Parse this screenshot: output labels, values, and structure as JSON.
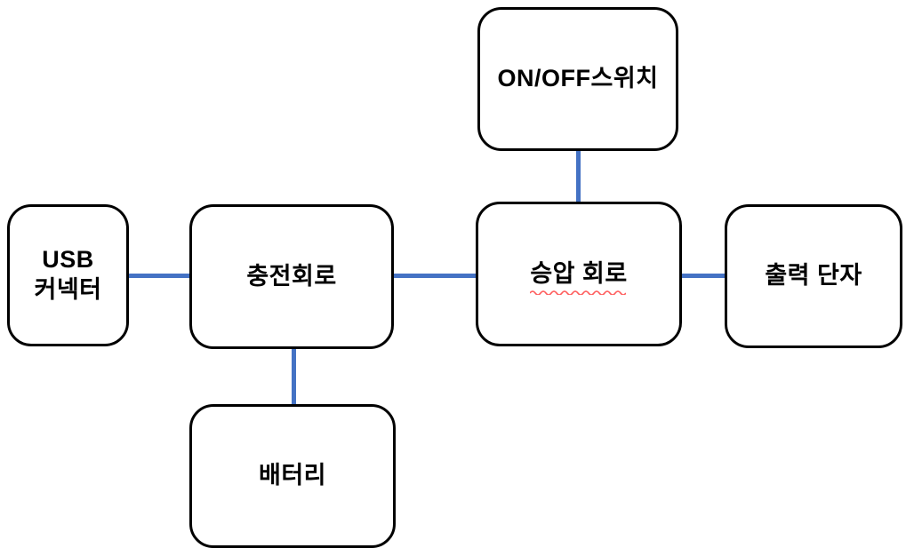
{
  "diagram": {
    "background_color": "#ffffff",
    "box_border_color": "#000000",
    "box_fill_color": "#ffffff",
    "text_color": "#000000",
    "connector_color": "#4472C4",
    "spellcheck_underline_color": "#ff0000",
    "nodes": [
      {
        "id": "onoff",
        "label": "ON/OFF스위치"
      },
      {
        "id": "usb",
        "label": "USB\n커넥터"
      },
      {
        "id": "charge",
        "label": "충전회로"
      },
      {
        "id": "boost",
        "label": "승압 회로",
        "spellcheck_underline": true
      },
      {
        "id": "output",
        "label": "출력 단자"
      },
      {
        "id": "battery",
        "label": "배터리"
      }
    ],
    "connections": [
      {
        "from": "usb",
        "to": "charge",
        "orientation": "horizontal"
      },
      {
        "from": "charge",
        "to": "boost",
        "orientation": "horizontal"
      },
      {
        "from": "boost",
        "to": "output",
        "orientation": "horizontal"
      },
      {
        "from": "onoff",
        "to": "boost",
        "orientation": "vertical"
      },
      {
        "from": "charge",
        "to": "battery",
        "orientation": "vertical"
      }
    ]
  }
}
